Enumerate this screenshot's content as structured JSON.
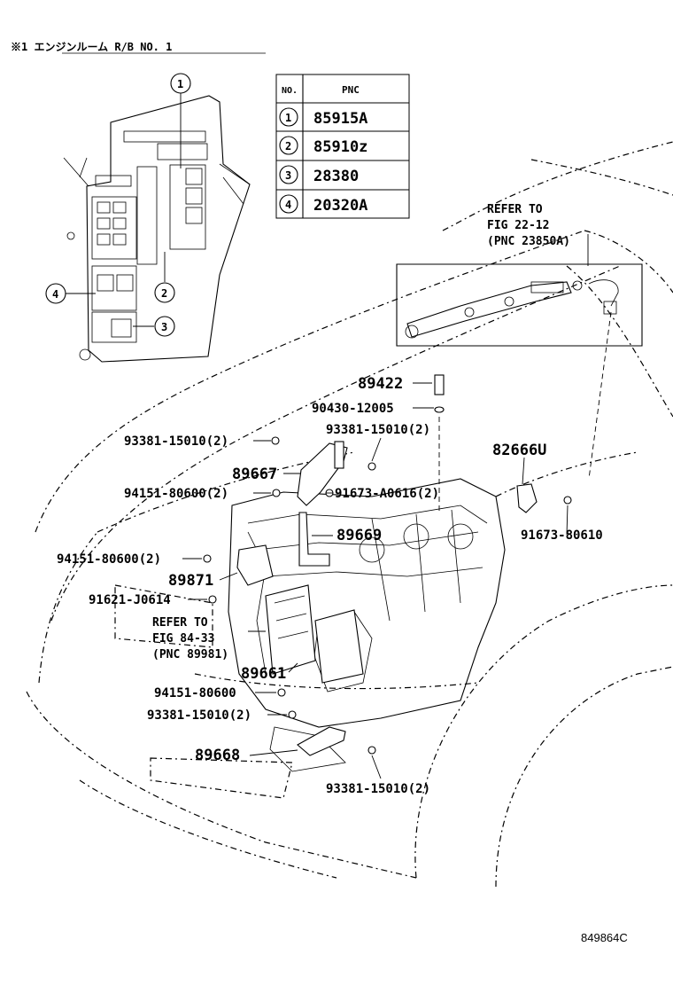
{
  "header": {
    "title": "※1 エンジンルーム R/B NO. 1"
  },
  "table": {
    "col_no": "NO.",
    "col_pnc": "PNC",
    "rows": [
      {
        "no": "1",
        "pnc": "85915A"
      },
      {
        "no": "2",
        "pnc": "85910z"
      },
      {
        "no": "3",
        "pnc": "28380"
      },
      {
        "no": "4",
        "pnc": "20320A"
      }
    ]
  },
  "callouts": {
    "c1": "1",
    "c2": "2",
    "c3": "3",
    "c4": "4"
  },
  "refer_top": {
    "l1": "REFER TO",
    "l2": "FIG 22-12",
    "l3": "(PNC 23850A)"
  },
  "refer_left": {
    "l1": "REFER TO",
    "l2": "FIG 84-33",
    "l3": "(PNC 89981)"
  },
  "labels": {
    "p89422": "89422",
    "p90430": "90430-12005",
    "p93381_a": "93381-15010(2)",
    "p93381_b": "93381-15010(2)",
    "p89667": "89667",
    "p82666": "82666U",
    "p94151_a": "94151-80600(2)",
    "p91673_a": "91673-A0616(2)",
    "p89669": "89669",
    "p91673_b": "91673-80610",
    "p94151_b": "94151-80600(2)",
    "p89871": "89871",
    "p91621": "91621-J0614",
    "p89661": "89661",
    "p94151_c": "94151-80600",
    "p93381_c": "93381-15010(2)",
    "p89668": "89668",
    "p93381_d": "93381-15010(2)"
  },
  "footer": {
    "code": "849864C"
  }
}
